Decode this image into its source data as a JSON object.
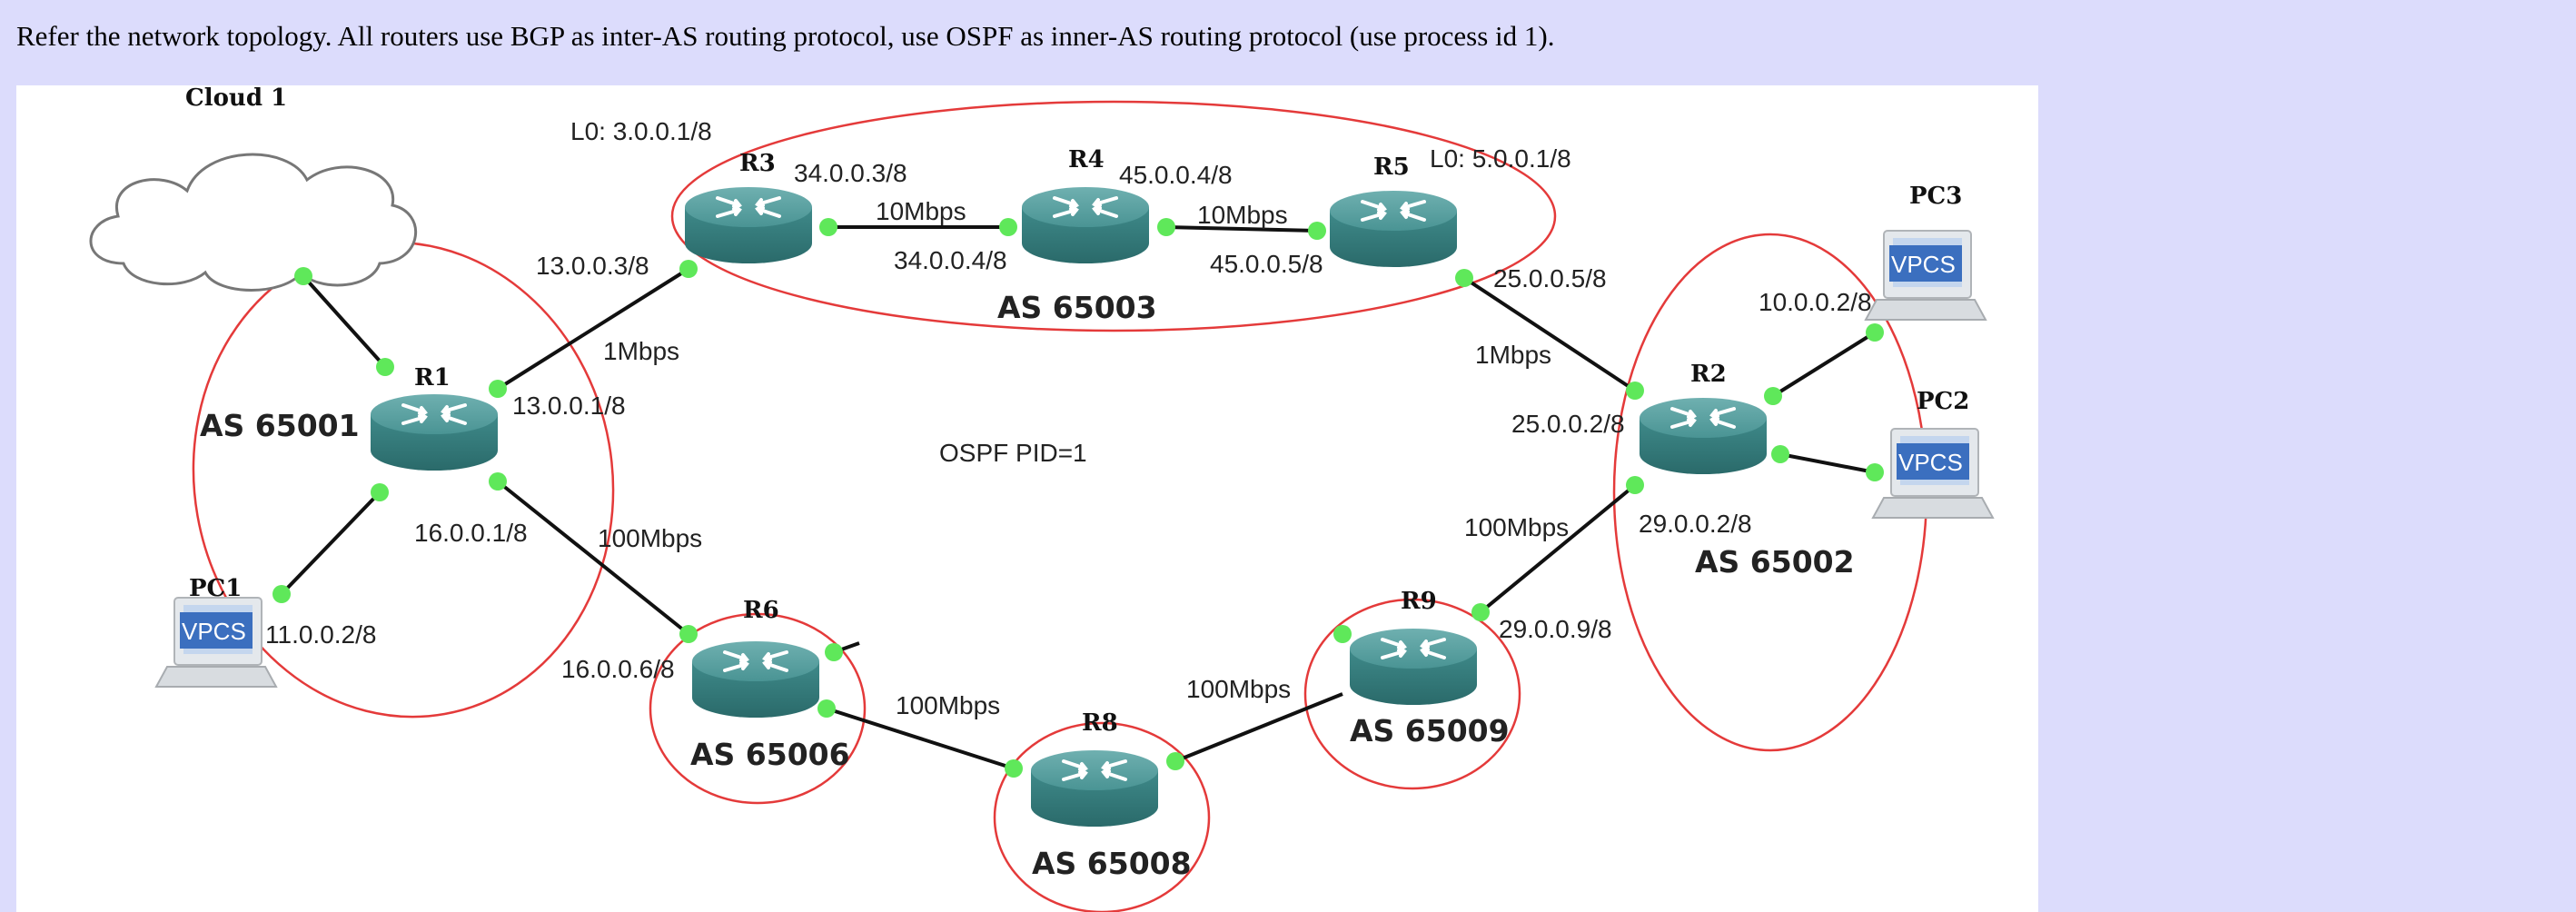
{
  "prompt": "Refer the network topology. All routers use BGP as inter-AS routing protocol, use OSPF as inner-AS routing protocol (use process id 1).",
  "devices": {
    "cloud": "Cloud 1",
    "r1": "R1",
    "r2": "R2",
    "r3": "R3",
    "r4": "R4",
    "r5": "R5",
    "r6": "R6",
    "r8": "R8",
    "r9": "R9",
    "pc1": "PC1",
    "pc2": "PC2",
    "pc3": "PC3"
  },
  "vpcs_label": "VPCS",
  "as_labels": {
    "as65001": "AS 65001",
    "as65002": "AS 65002",
    "as65003": "AS 65003",
    "as65006": "AS 65006",
    "as65008": "AS 65008",
    "as65009": "AS 65009"
  },
  "addresses": {
    "r3_lo": "L0: 3.0.0.1/8",
    "r5_lo": "L0: 5.0.0.1/8",
    "r3_r4": "34.0.0.3/8",
    "r4_r3": "34.0.0.4/8",
    "r4_r5": "45.0.0.4/8",
    "r5_r4": "45.0.0.5/8",
    "r3_r1": "13.0.0.3/8",
    "r1_r3": "13.0.0.1/8",
    "r5_r2": "25.0.0.5/8",
    "r2_r5": "25.0.0.2/8",
    "r2_pc3": "10.0.0.2/8",
    "r1_r6": "16.0.0.1/8",
    "r6_r1": "16.0.0.6/8",
    "pc1": "11.0.0.2/8",
    "r2_r9": "29.0.0.2/8",
    "r9_r2": "29.0.0.9/8"
  },
  "bandwidths": {
    "r3_r4": "10Mbps",
    "r4_r5": "10Mbps",
    "r1_r3": "1Mbps",
    "r5_r2": "1Mbps",
    "r1_r6": "100Mbps",
    "r6_r8": "100Mbps",
    "r8_r9": "100Mbps",
    "r9_r2": "100Mbps"
  },
  "ospf_label": "OSPF PID=1",
  "colors": {
    "page_bg": "#dcdcfc",
    "panel_bg": "#ffffff",
    "router": "#3f8a8a",
    "port": "#5fe85a",
    "ring": "#e43a3a",
    "vpcs": "#3b6fbf"
  }
}
